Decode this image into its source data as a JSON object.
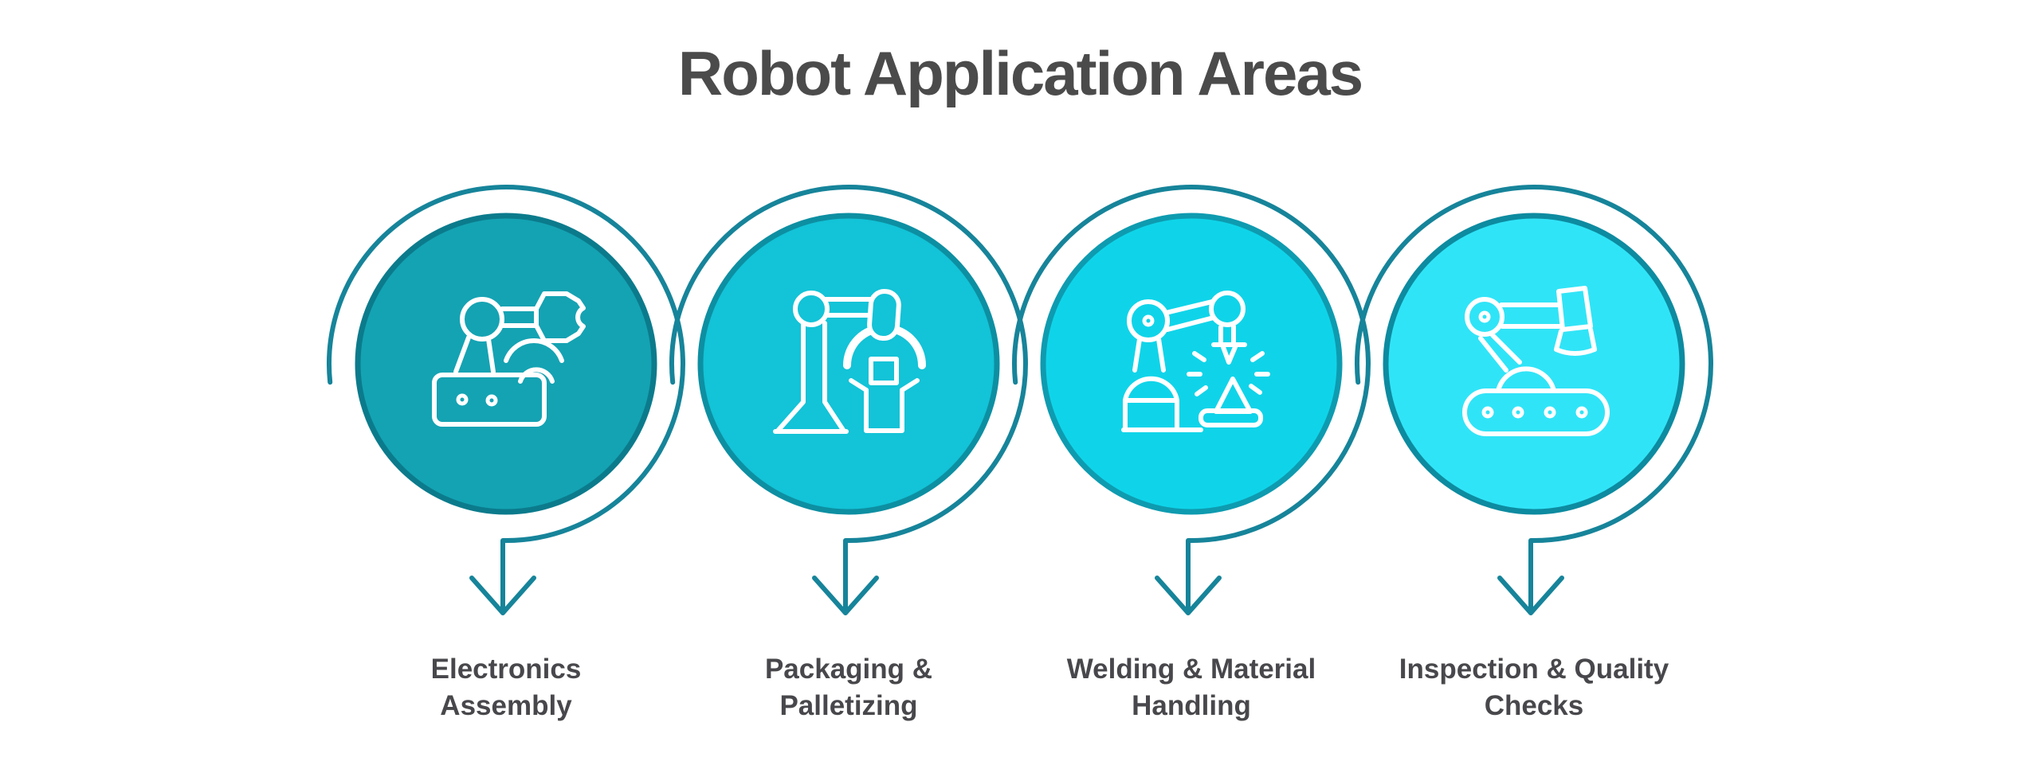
{
  "title": "Robot Application Areas",
  "colors": {
    "background": "#ffffff",
    "title_text": "#4b4b4b",
    "label_text": "#48484c",
    "ring_arrow": "#16849a",
    "icon_stroke": "#ffffff"
  },
  "items": [
    {
      "label_line1": "Electronics",
      "label_line2": "Assembly",
      "icon": "electronics-assembly-robot-icon",
      "circle_fill": "#14a3b3",
      "circle_stroke": "#0b7b8c"
    },
    {
      "label_line1": "Packaging &",
      "label_line2": "Palletizing",
      "icon": "packaging-palletizing-robot-icon",
      "circle_fill": "#13c3d7",
      "circle_stroke": "#0d8fa2"
    },
    {
      "label_line1": "Welding & Material",
      "label_line2": "Handling",
      "icon": "welding-material-handling-robot-icon",
      "circle_fill": "#0fd4e9",
      "circle_stroke": "#0e9bb0"
    },
    {
      "label_line1": "Inspection & Quality",
      "label_line2": "Checks",
      "icon": "inspection-quality-checks-robot-icon",
      "circle_fill": "#30e4f7",
      "circle_stroke": "#0d8ba0"
    }
  ]
}
